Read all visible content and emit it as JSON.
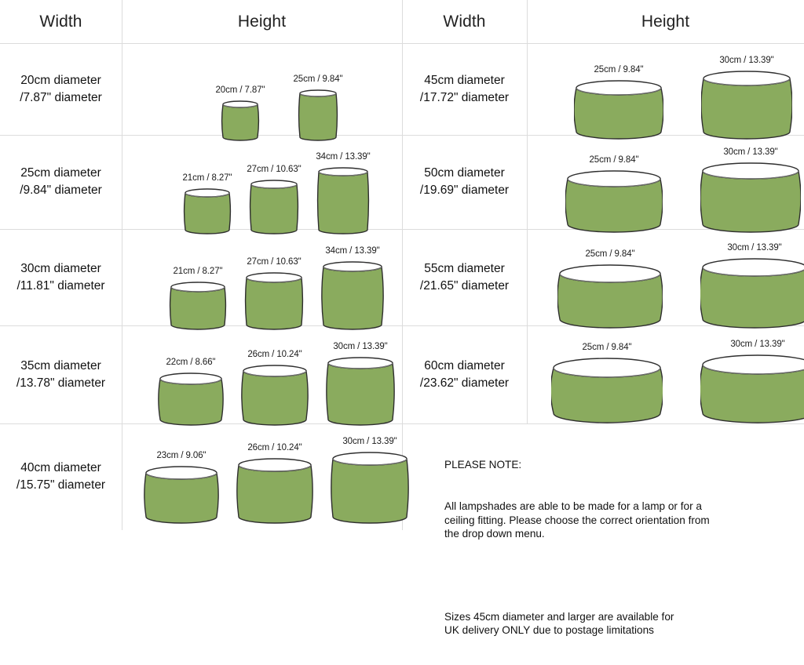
{
  "palette": {
    "shade_fill": "#8aab5e",
    "shade_outline": "#2f2f2f",
    "rim_fill": "#ffffff",
    "rim_shadow": "#8a8a8a",
    "gridline": "#dcdcdc",
    "text": "#1a1a1a",
    "background": "#ffffff"
  },
  "headers": {
    "left_width": "Width",
    "left_height": "Height",
    "right_width": "Width",
    "right_height": "Height"
  },
  "left_rows": [
    {
      "width_label_line1": "20cm diameter",
      "width_label_line2": "/7.87\" diameter",
      "shades": [
        {
          "label": "20cm / 7.87\"",
          "w": 44,
          "h": 42
        },
        {
          "label": "25cm / 9.84\"",
          "w": 46,
          "h": 56
        }
      ]
    },
    {
      "width_label_line1": "25cm diameter",
      "width_label_line2": "/9.84\" diameter",
      "shades": [
        {
          "label": "21cm / 8.27\"",
          "w": 56,
          "h": 47
        },
        {
          "label": "27cm / 10.63\"",
          "w": 58,
          "h": 58
        },
        {
          "label": "34cm / 13.39\"",
          "w": 62,
          "h": 74
        }
      ]
    },
    {
      "width_label_line1": "30cm diameter",
      "width_label_line2": "/11.81\" diameter",
      "shades": [
        {
          "label": "21cm / 8.27\"",
          "w": 68,
          "h": 48
        },
        {
          "label": "27cm / 10.63\"",
          "w": 70,
          "h": 60
        },
        {
          "label": "34cm / 13.39\"",
          "w": 74,
          "h": 74
        }
      ]
    },
    {
      "width_label_line1": "35cm diameter",
      "width_label_line2": "/13.78\" diameter",
      "shades": [
        {
          "label": "22cm / 8.66\"",
          "w": 78,
          "h": 52
        },
        {
          "label": "26cm / 10.24\"",
          "w": 80,
          "h": 62
        },
        {
          "label": "30cm / 13.39\"",
          "w": 82,
          "h": 72
        }
      ]
    },
    {
      "width_label_line1": "40cm diameter",
      "width_label_line2": "/15.75\" diameter",
      "shades": [
        {
          "label": "23cm / 9.06\"",
          "w": 90,
          "h": 56
        },
        {
          "label": "26cm / 10.24\"",
          "w": 92,
          "h": 66
        },
        {
          "label": "30cm / 13.39\"",
          "w": 94,
          "h": 74
        }
      ]
    }
  ],
  "right_rows": [
    {
      "width_label_line1": "45cm diameter",
      "width_label_line2": "/17.72\" diameter",
      "shades": [
        {
          "label": "25cm / 9.84\"",
          "w": 108,
          "h": 56
        },
        {
          "label": "30cm / 13.39\"",
          "w": 110,
          "h": 68
        }
      ]
    },
    {
      "width_label_line1": "50cm diameter",
      "width_label_line2": "/19.69\" diameter",
      "shades": [
        {
          "label": "25cm / 9.84\"",
          "w": 118,
          "h": 58
        },
        {
          "label": "30cm / 13.39\"",
          "w": 122,
          "h": 68
        }
      ]
    },
    {
      "width_label_line1": "55cm diameter",
      "width_label_line2": "/21.65\" diameter",
      "shades": [
        {
          "label": "25cm / 9.84\"",
          "w": 128,
          "h": 58
        },
        {
          "label": "30cm / 13.39\"",
          "w": 132,
          "h": 66
        }
      ]
    },
    {
      "width_label_line1": "60cm diameter",
      "width_label_line2": "/23.62\" diameter",
      "shades": [
        {
          "label": "25cm / 9.84\"",
          "w": 136,
          "h": 58
        },
        {
          "label": "30cm / 13.39\"",
          "w": 140,
          "h": 62
        }
      ]
    }
  ],
  "note": {
    "heading": "PLEASE NOTE:",
    "paragraph1": "All lampshades are able to be made for a lamp or for a\nceiling fitting. Please choose the correct orientation from\nthe drop down menu.",
    "paragraph2": "Sizes 45cm diameter and larger are available for\nUK delivery ONLY due to postage limitations"
  }
}
